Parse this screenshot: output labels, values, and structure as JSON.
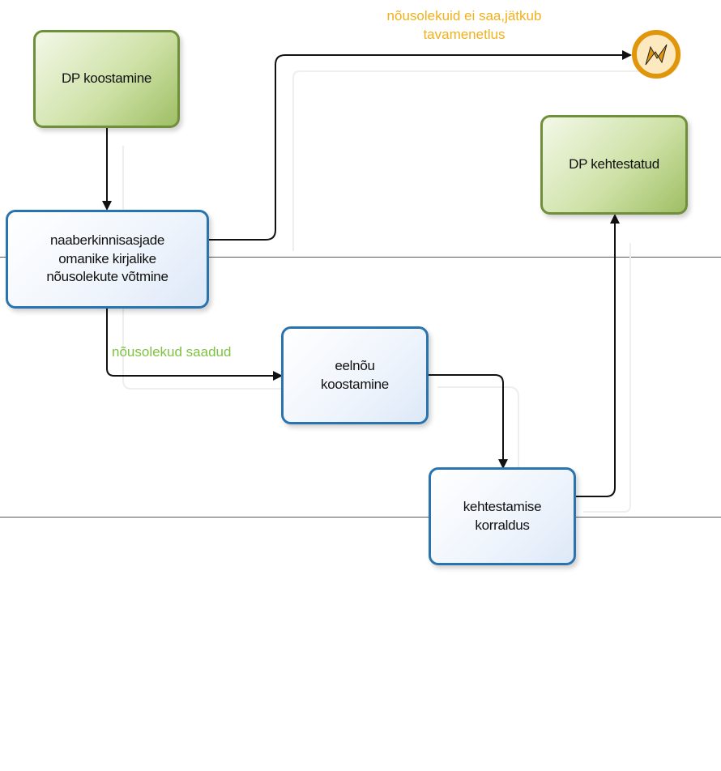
{
  "tasks": {
    "dp_koostamine": "DP koostamine",
    "naaber": [
      "naaberkinnisasjade",
      "omanike kirjalike",
      "nõusolekute võtmine"
    ],
    "eelnou": [
      "eelnõu",
      "koostamine"
    ],
    "kehtestamise": [
      "kehtestamise",
      "korraldus"
    ],
    "dp_kehtestatud": "DP kehtestatud"
  },
  "flow_labels": {
    "no_consent": [
      "nõusolekuid ei saa,jätkub",
      "tavamenetlus"
    ],
    "consent_received": "nõusolekud saadud"
  },
  "colors": {
    "orange_label": "#f2b01a",
    "green_label": "#7fc241",
    "end_event": "#e0960c"
  },
  "icons": {
    "end_event": "error-end-event-icon"
  }
}
